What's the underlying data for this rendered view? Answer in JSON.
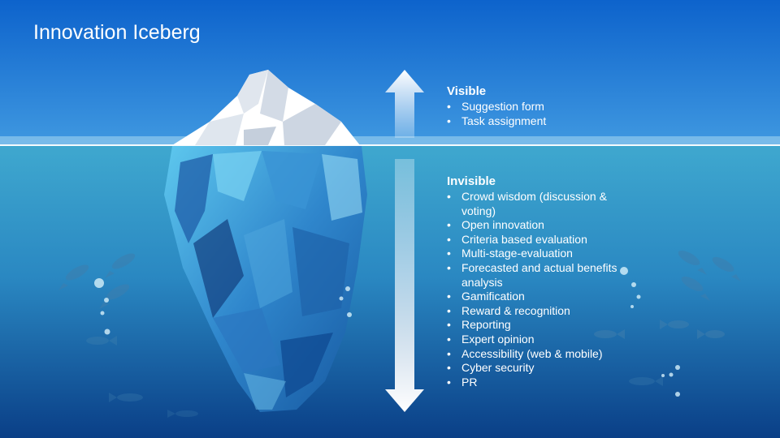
{
  "slide": {
    "title": "Innovation Iceberg",
    "visible": {
      "heading": "Visible",
      "items": [
        "Suggestion form",
        "Task assignment"
      ]
    },
    "invisible": {
      "heading": "Invisible",
      "items": [
        "Crowd wisdom (discussion & voting)",
        "Open innovation",
        "Criteria based evaluation",
        "Multi-stage-evaluation",
        "Forecasted and actual benefits analysis",
        "Gamification",
        "Reward & recognition",
        "Reporting",
        "Expert opinion",
        "Accessibility (web & mobile)",
        "Cyber security",
        "PR"
      ]
    }
  },
  "icons": [
    "iceberg-icon",
    "double-arrow-icon",
    "fish-icon",
    "bubble-icon"
  ],
  "colors": {
    "sky_top": "#0d63cc",
    "sky_bottom": "#3f98e0",
    "water_top": "#3fa8cf",
    "water_bottom": "#0a3f87",
    "snow": "#ffffff",
    "ice": "#2d7cc8",
    "text": "#ffffff"
  }
}
